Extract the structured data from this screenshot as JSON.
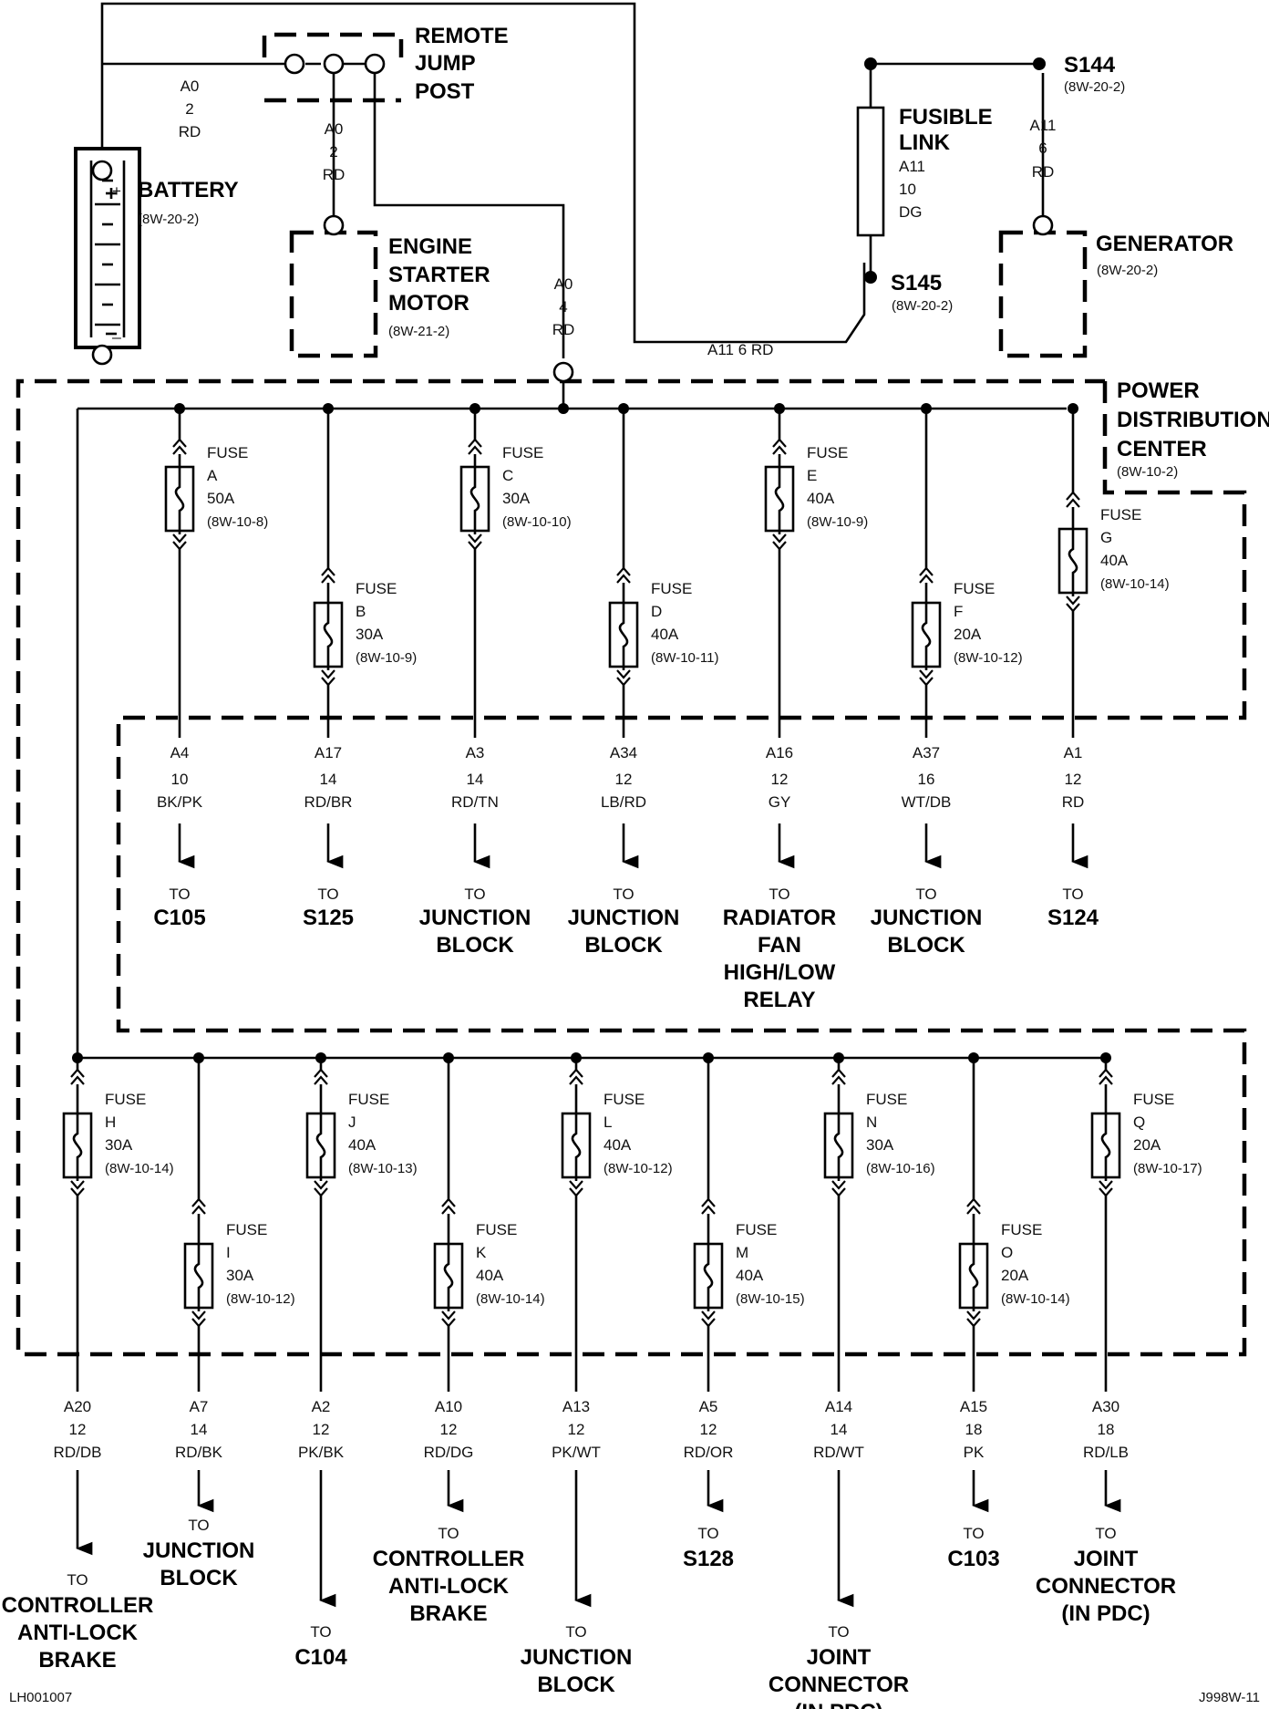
{
  "components": {
    "remote_jump_post": [
      "REMOTE",
      "JUMP",
      "POST"
    ],
    "battery": {
      "name": "BATTERY",
      "ref": "(8W-20-2)",
      "plus": "+",
      "minus": "_"
    },
    "starter": {
      "name": [
        "ENGINE",
        "STARTER",
        "MOTOR"
      ],
      "ref": "(8W-21-2)"
    },
    "fusible_link": {
      "name": [
        "FUSIBLE",
        "LINK"
      ],
      "wire": [
        "A11",
        "10",
        "DG"
      ]
    },
    "s144": {
      "name": "S144",
      "ref": "(8W-20-2)"
    },
    "s145": {
      "name": "S145",
      "ref": "(8W-20-2)"
    },
    "generator": {
      "name": "GENERATOR",
      "ref": "(8W-20-2)"
    },
    "pdc": {
      "name": [
        "POWER",
        "DISTRIBUTION",
        "CENTER"
      ],
      "ref": "(8W-10-2)"
    }
  },
  "wires": {
    "battery_to_post": [
      "A0",
      "2",
      "RD"
    ],
    "post_to_starter": [
      "A0",
      "2",
      "RD"
    ],
    "post_to_pdc": [
      "A0",
      "4",
      "RD"
    ],
    "s144_to_generator": [
      "A11",
      "6",
      "RD"
    ],
    "a11_run": "A11     6 RD"
  },
  "fuse_label": "FUSE",
  "to_label": "TO",
  "fuses_row1": [
    {
      "letter": "A",
      "amp": "50A",
      "ref": "(8W-10-8)",
      "circuit": "A4",
      "gauge": "10",
      "color": "BK/PK",
      "dest": [
        "C105"
      ]
    },
    {
      "letter": "B",
      "amp": "30A",
      "ref": "(8W-10-9)",
      "circuit": "A17",
      "gauge": "14",
      "color": "RD/BR",
      "dest": [
        "S125"
      ]
    },
    {
      "letter": "C",
      "amp": "30A",
      "ref": "(8W-10-10)",
      "circuit": "A3",
      "gauge": "14",
      "color": "RD/TN",
      "dest": [
        "JUNCTION",
        "BLOCK"
      ]
    },
    {
      "letter": "D",
      "amp": "40A",
      "ref": "(8W-10-11)",
      "circuit": "A34",
      "gauge": "12",
      "color": "LB/RD",
      "dest": [
        "JUNCTION",
        "BLOCK"
      ]
    },
    {
      "letter": "E",
      "amp": "40A",
      "ref": "(8W-10-9)",
      "circuit": "A16",
      "gauge": "12",
      "color": "GY",
      "dest": [
        "RADIATOR",
        "FAN",
        "HIGH/LOW",
        "RELAY"
      ]
    },
    {
      "letter": "F",
      "amp": "20A",
      "ref": "(8W-10-12)",
      "circuit": "A37",
      "gauge": "16",
      "color": "WT/DB",
      "dest": [
        "JUNCTION",
        "BLOCK"
      ]
    },
    {
      "letter": "G",
      "amp": "40A",
      "ref": "(8W-10-14)",
      "circuit": "A1",
      "gauge": "12",
      "color": "RD",
      "dest": [
        "S124"
      ]
    }
  ],
  "fuses_row2": [
    {
      "letter": "H",
      "amp": "30A",
      "ref": "(8W-10-14)",
      "circuit": "A20",
      "gauge": "12",
      "color": "RD/DB",
      "dest": [
        "CONTROLLER",
        "ANTI-LOCK",
        "BRAKE"
      ]
    },
    {
      "letter": "I",
      "amp": "30A",
      "ref": "(8W-10-12)",
      "circuit": "A7",
      "gauge": "14",
      "color": "RD/BK",
      "dest": [
        "JUNCTION",
        "BLOCK"
      ]
    },
    {
      "letter": "J",
      "amp": "40A",
      "ref": "(8W-10-13)",
      "circuit": "A2",
      "gauge": "12",
      "color": "PK/BK",
      "dest": [
        "C104"
      ]
    },
    {
      "letter": "K",
      "amp": "40A",
      "ref": "(8W-10-14)",
      "circuit": "A10",
      "gauge": "12",
      "color": "RD/DG",
      "dest": [
        "CONTROLLER",
        "ANTI-LOCK",
        "BRAKE"
      ]
    },
    {
      "letter": "L",
      "amp": "40A",
      "ref": "(8W-10-12)",
      "circuit": "A13",
      "gauge": "12",
      "color": "PK/WT",
      "dest": [
        "JUNCTION",
        "BLOCK"
      ]
    },
    {
      "letter": "M",
      "amp": "40A",
      "ref": "(8W-10-15)",
      "circuit": "A5",
      "gauge": "12",
      "color": "RD/OR",
      "dest": [
        "S128"
      ]
    },
    {
      "letter": "N",
      "amp": "30A",
      "ref": "(8W-10-16)",
      "circuit": "A14",
      "gauge": "14",
      "color": "RD/WT",
      "dest": [
        "JOINT",
        "CONNECTOR",
        "(IN PDC)"
      ]
    },
    {
      "letter": "O",
      "amp": "20A",
      "ref": "(8W-10-14)",
      "circuit": "A15",
      "gauge": "18",
      "color": "PK",
      "dest": [
        "C103"
      ]
    },
    {
      "letter": "Q",
      "amp": "20A",
      "ref": "(8W-10-17)",
      "circuit": "A30",
      "gauge": "18",
      "color": "RD/LB",
      "dest": [
        "JOINT",
        "CONNECTOR",
        "(IN PDC)"
      ]
    }
  ],
  "footer": {
    "left": "LH001007",
    "right": "J998W-11"
  }
}
